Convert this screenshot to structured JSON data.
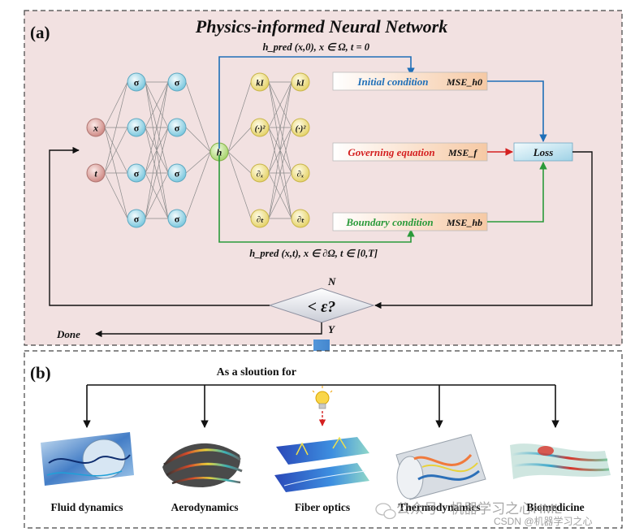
{
  "panel_a": {
    "label": "(a)",
    "title": "Physics-informed Neural Network",
    "inputs": [
      "x",
      "t"
    ],
    "hidden_symbol": "σ",
    "output": "h",
    "op_layer1": [
      "kI",
      "(·)²",
      "∂ₓ",
      "∂ₜ"
    ],
    "op_layer2": [
      "kI",
      "(·)²",
      "∂ₓ",
      "∂ₜ"
    ],
    "top_arrow_label": "h_pred (x,0), x ∈ Ω, t = 0",
    "bottom_arrow_label": "h_pred (x,t), x ∈ ∂Ω, t ∈ [0,T]",
    "initial_label": "Initial condition",
    "initial_mse": "MSE_h0",
    "governing_label": "Governing equation",
    "governing_mse": "MSE_f",
    "boundary_label": "Boundary condition",
    "boundary_mse": "MSE_hb",
    "loss_label": "Loss",
    "decision_label": "< ε?",
    "no_label": "N",
    "yes_label": "Y",
    "done_label": "Done",
    "colors": {
      "initial": "#1f6fb8",
      "governing": "#d42020",
      "boundary": "#2a9a3a",
      "panel_bg": "#f2e1e1",
      "neuron_blue": "#b9e3ef",
      "neuron_red": "#e8b3b0",
      "neuron_yellow": "#f5edb0",
      "neuron_green": "#cde8a2"
    }
  },
  "panel_b": {
    "label": "(b)",
    "intro": "As a sloution for",
    "applications": [
      "Fluid dynamics",
      "Aerodynamics",
      "Fiber optics",
      "Thermodynamics",
      "Biomedicine"
    ],
    "watermark_top": "公众号 · 机器学习之心HML",
    "watermark_bottom": "CSDN @机器学习之心"
  }
}
